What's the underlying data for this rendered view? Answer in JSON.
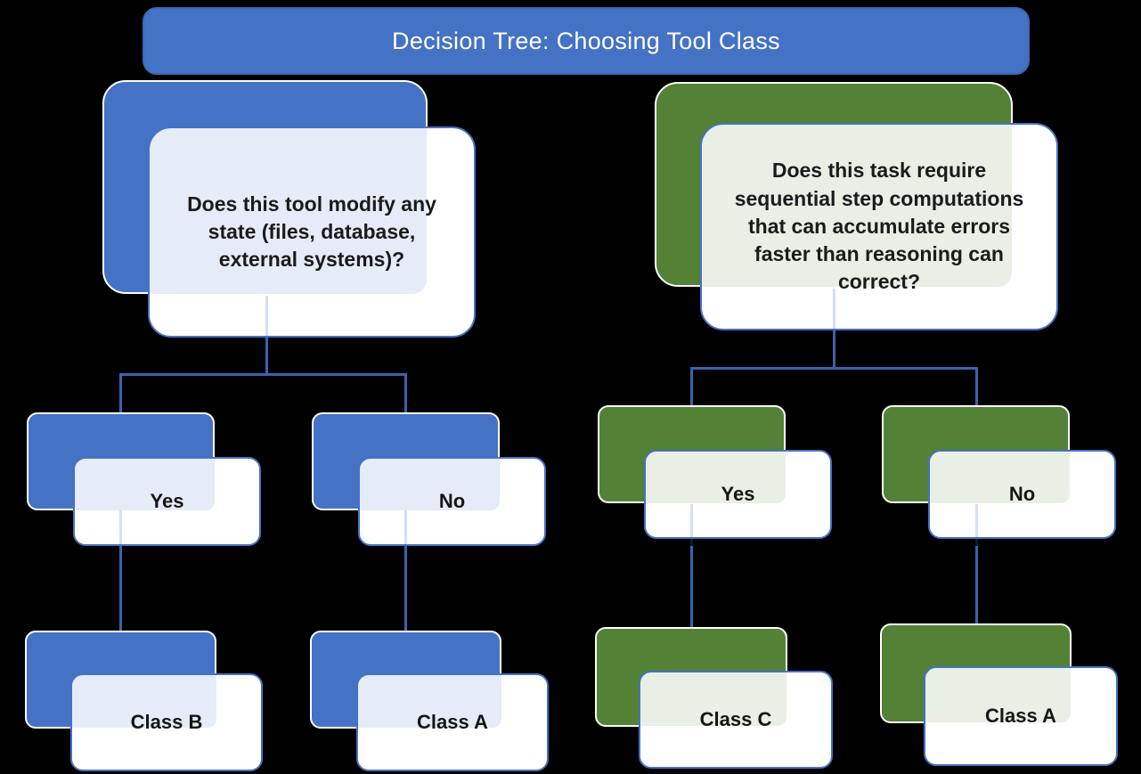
{
  "title": "Decision Tree: Choosing Tool Class",
  "colors": {
    "background": "#000000",
    "blue_branch": "#4472C4",
    "green_branch": "#538135",
    "connector": "#3A63AC",
    "card_fill": "#FFFFFF",
    "card_border": "#4472C4",
    "back_panel_border": "#FFFFFF",
    "title_text": "#FFFFFF",
    "body_text": "#1B1B1B"
  },
  "tree": {
    "left": {
      "branch_color": "#4472C4",
      "question": "Does this tool modify any state (files, database, external systems)?",
      "children": [
        {
          "answer": "Yes",
          "result": "Class B"
        },
        {
          "answer": "No",
          "result": "Class A"
        }
      ]
    },
    "right": {
      "branch_color": "#538135",
      "question": "Does this task require sequential step computations that can accumulate errors faster than reasoning can correct?",
      "children": [
        {
          "answer": "Yes",
          "result": "Class C"
        },
        {
          "answer": "No",
          "result": "Class A"
        }
      ]
    }
  }
}
